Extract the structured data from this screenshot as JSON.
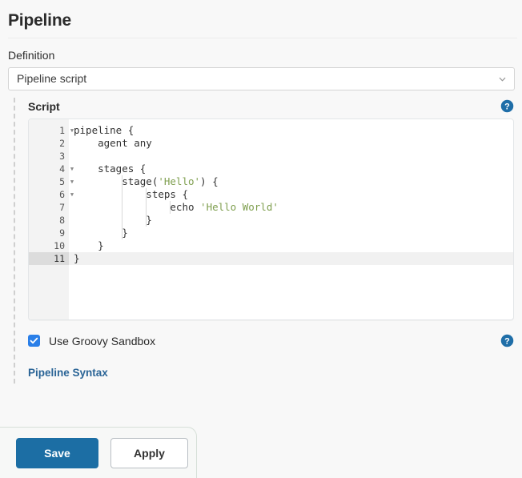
{
  "page": {
    "title": "Pipeline"
  },
  "definition": {
    "label": "Definition",
    "selected": "Pipeline script",
    "options": [
      "Pipeline script"
    ],
    "chevron_icon": "chevron-down-icon"
  },
  "script": {
    "label": "Script",
    "help_icon": "help-icon",
    "active_line": 11,
    "lines": [
      {
        "num": 1,
        "fold": true,
        "text": "pipeline {"
      },
      {
        "num": 2,
        "fold": false,
        "text": "    agent any"
      },
      {
        "num": 3,
        "fold": false,
        "text": ""
      },
      {
        "num": 4,
        "fold": true,
        "text": "    stages {"
      },
      {
        "num": 5,
        "fold": true,
        "text": "        stage('Hello') {"
      },
      {
        "num": 6,
        "fold": true,
        "text": "            steps {"
      },
      {
        "num": 7,
        "fold": false,
        "text": "                echo 'Hello World'"
      },
      {
        "num": 8,
        "fold": false,
        "text": "            }"
      },
      {
        "num": 9,
        "fold": false,
        "text": "        }"
      },
      {
        "num": 10,
        "fold": false,
        "text": "    }"
      },
      {
        "num": 11,
        "fold": false,
        "text": "}"
      }
    ],
    "strings": [
      "'Hello'",
      "'Hello World'"
    ]
  },
  "sandbox": {
    "label": "Use Groovy Sandbox",
    "checked": true,
    "help_icon": "help-icon"
  },
  "syntax": {
    "link_label": "Pipeline Syntax"
  },
  "buttons": {
    "save_label": "Save",
    "apply_label": "Apply"
  },
  "colors": {
    "page_background": "#f8f8f8",
    "primary_button": "#1c6ea4",
    "link": "#2a6496",
    "checkbox": "#2a7fe8",
    "help_icon": "#1f6ea8",
    "code_string": "#7f9f4f",
    "active_line": "#f1f1f1",
    "gutter": "#f3f3f3"
  }
}
